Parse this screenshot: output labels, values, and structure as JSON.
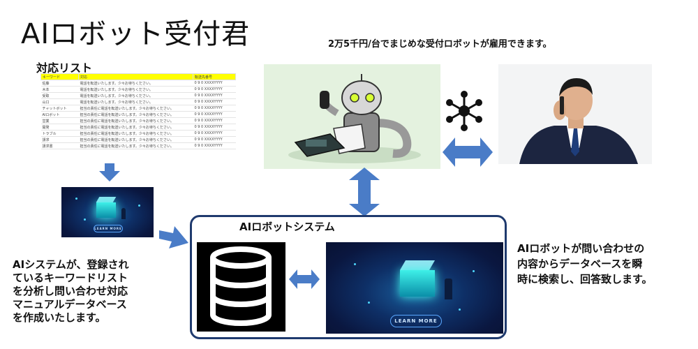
{
  "title": "AIロボット受付君",
  "tagline": "2万5千円/台でまじめな受付ロボットが雇用できます。",
  "keyword_list": {
    "label": "対応リスト",
    "headers": [
      "キーワード",
      "対応",
      "転送先番号"
    ],
    "rows": [
      [
        "佐藤",
        "電話を転送いたします。少々お待ちください。",
        "0 9 0 XXXXYYYY"
      ],
      [
        "木本",
        "電話を転送いたします。少々お待ちください。",
        "0 9 0 XXXXYYYY"
      ],
      [
        "受取",
        "電話を転送いたします。少々お待ちください。",
        "0 9 0 XXXXYYYY"
      ],
      [
        "山口",
        "電話を転送いたします。少々お待ちください。",
        "0 9 0 XXXXYYYY"
      ],
      [
        "チャットボット",
        "担当の責任に電話を転送いたします。少々お待ちください。",
        "0 9 0 XXXXYYYY"
      ],
      [
        "AIロボット",
        "担当の責任に電話を転送いたします。少々お待ちください。",
        "0 9 0 XXXXYYYY"
      ],
      [
        "営業",
        "担当の責任に電話を転送いたします。少々お待ちください。",
        "0 9 0 XXXXYYYY"
      ],
      [
        "開発",
        "担当の責任に電話を転送いたします。少々お待ちください。",
        "0 9 0 XXXXYYYY"
      ],
      [
        "トラブル",
        "担当の責任に電話を転送いたします。少々お待ちください。",
        "0 9 0 XXXXYYYY"
      ],
      [
        "請求",
        "担当の責任に電話を転送いたします。少々お待ちください。",
        "0 9 0 XXXXYYYY"
      ],
      [
        "請求書",
        "担当の責任に電話を転送いたします。少々お待ちください。",
        "0 9 0 XXXXYYYY"
      ]
    ]
  },
  "banner": {
    "learn_more": "LEARN MORE"
  },
  "system": {
    "title": "AIロボットシステム"
  },
  "left_text": "AIシステムが、登録され\nているキーワードリスト\nを分析し問い合わせ対応\nマニュアルデータベース\nを作成いたします。",
  "right_text": "AIロボットが問い合わせの\n内容からデータベースを瞬\n時に検索し、回答致します。",
  "colors": {
    "arrow": "#4a7cc7",
    "system_border": "#1f3a6e",
    "table_header": "#ffff00",
    "robot_bg": "#e4f2df",
    "banner_dark": "#0a1740",
    "glow": "#3ef0e8"
  },
  "icons": [
    "arrow-down-icon",
    "arrow-right-icon",
    "double-arrow-vertical-icon",
    "double-arrow-horizontal-icon",
    "network-hub-icon",
    "database-icon"
  ]
}
